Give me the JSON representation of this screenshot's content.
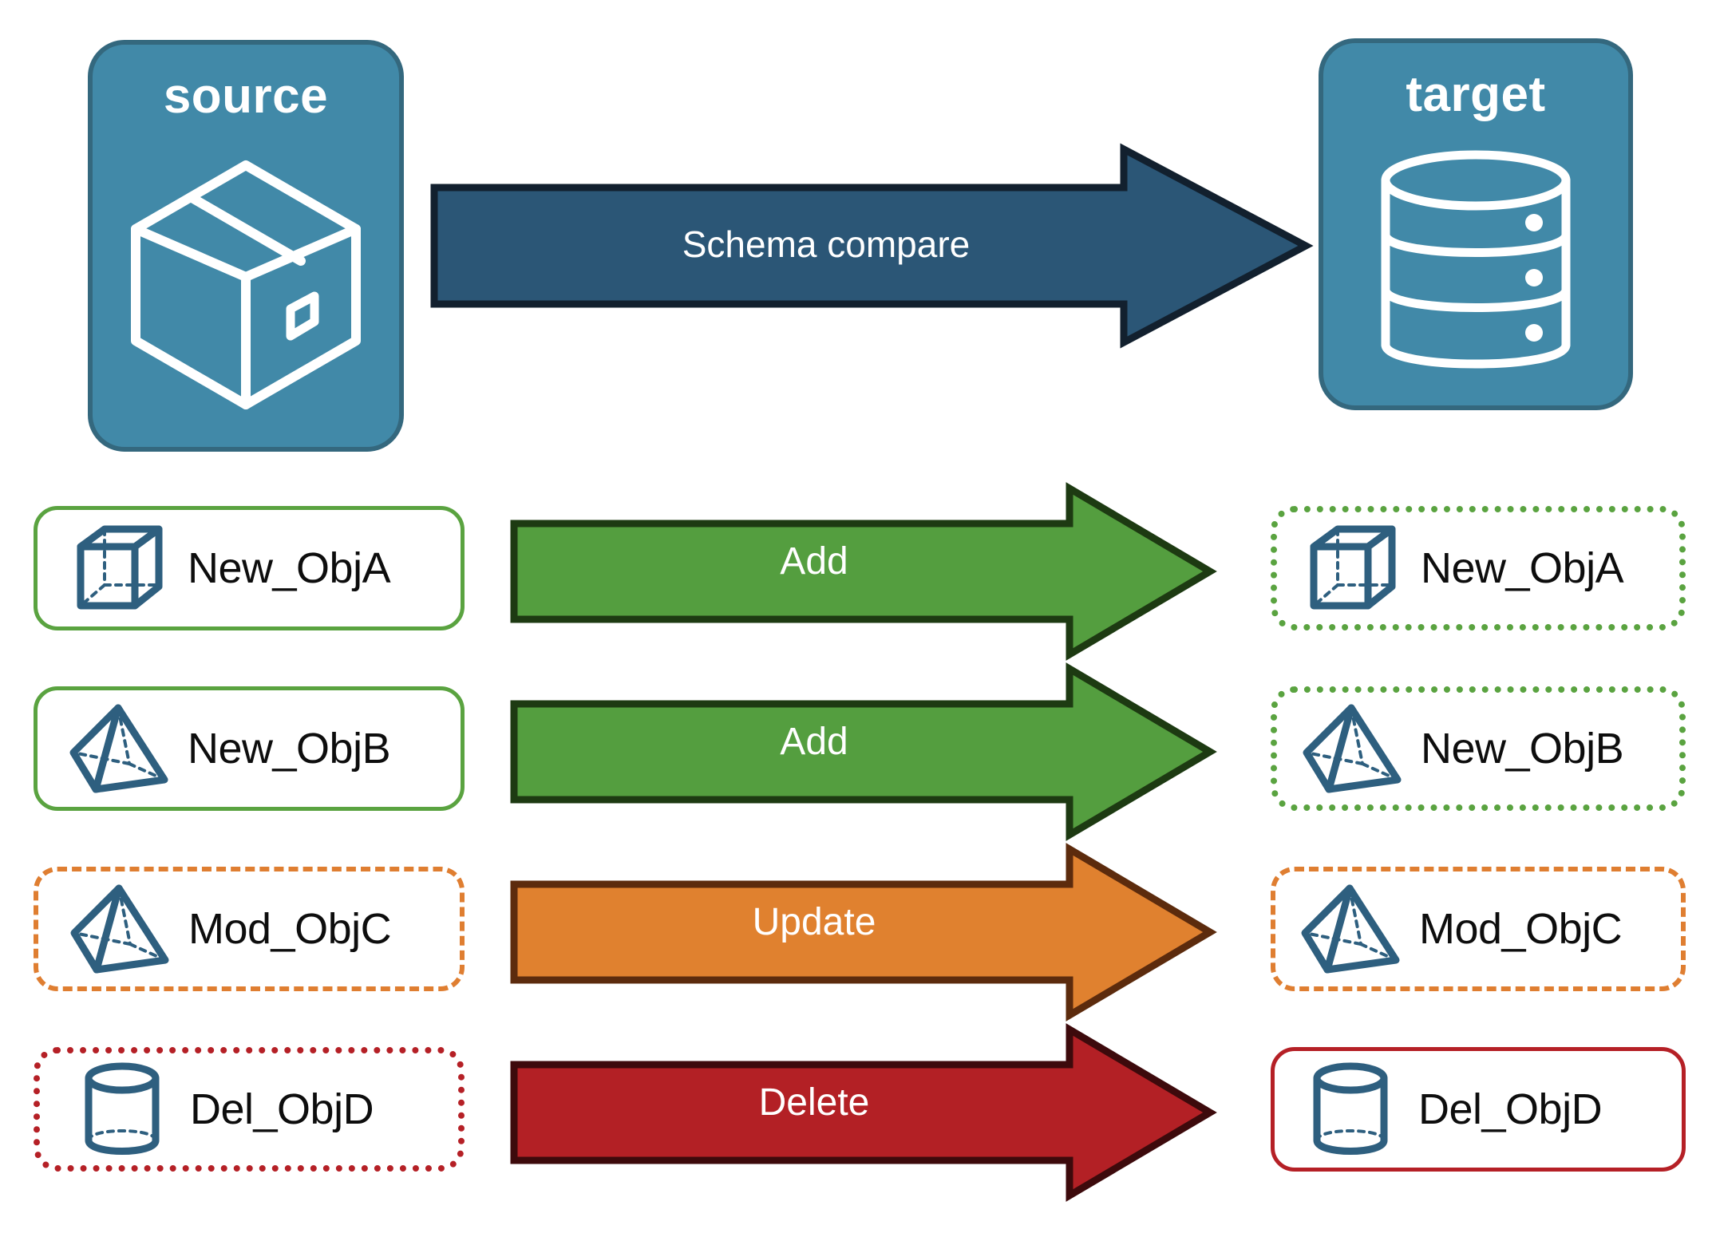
{
  "palette": {
    "panel_fill": "#4189a8",
    "panel_stroke": "#34687e",
    "panel_text": "#ffffff",
    "icon_white": "#ffffff",
    "object_icon": "#2e5f7f",
    "label_text": "#0d0d0d",
    "compare_arrow_fill": "#2b5676",
    "compare_arrow_stroke": "#12202e",
    "add_fill": "#549e3f",
    "add_stroke": "#1d3a12",
    "update_fill": "#e0812f",
    "update_stroke": "#5c2b0d",
    "delete_fill": "#b32025",
    "delete_stroke": "#3d0a0c",
    "green_border": "#5aa340",
    "orange_border": "#df7e31",
    "red_border": "#b52026"
  },
  "endpoints": {
    "source": {
      "title": "source",
      "icon": "package-box-icon"
    },
    "target": {
      "title": "target",
      "icon": "database-cylinder-icon"
    }
  },
  "compare": {
    "label": "Schema compare",
    "icon": "right-arrow-icon"
  },
  "rows": [
    {
      "action": "Add",
      "action_kind": "add",
      "source": {
        "label": "New_ObjA",
        "icon": "wireframe-cube-icon",
        "border": "solid",
        "border_color": "#5aa340"
      },
      "target": {
        "label": "New_ObjA",
        "icon": "wireframe-cube-icon",
        "border": "dotted",
        "border_color": "#5aa340"
      }
    },
    {
      "action": "Add",
      "action_kind": "add",
      "source": {
        "label": "New_ObjB",
        "icon": "wireframe-pyramid-icon",
        "border": "solid",
        "border_color": "#5aa340"
      },
      "target": {
        "label": "New_ObjB",
        "icon": "wireframe-pyramid-icon",
        "border": "dotted",
        "border_color": "#5aa340"
      }
    },
    {
      "action": "Update",
      "action_kind": "update",
      "source": {
        "label": "Mod_ObjC",
        "icon": "wireframe-pyramid-icon",
        "border": "dashed",
        "border_color": "#df7e31"
      },
      "target": {
        "label": "Mod_ObjC",
        "icon": "wireframe-pyramid-icon",
        "border": "dashed",
        "border_color": "#df7e31"
      }
    },
    {
      "action": "Delete",
      "action_kind": "delete",
      "source": {
        "label": "Del_ObjD",
        "icon": "wireframe-cylinder-icon",
        "border": "dotted",
        "border_color": "#b52026"
      },
      "target": {
        "label": "Del_ObjD",
        "icon": "wireframe-cylinder-icon",
        "border": "solid",
        "border_color": "#b52026"
      }
    }
  ]
}
